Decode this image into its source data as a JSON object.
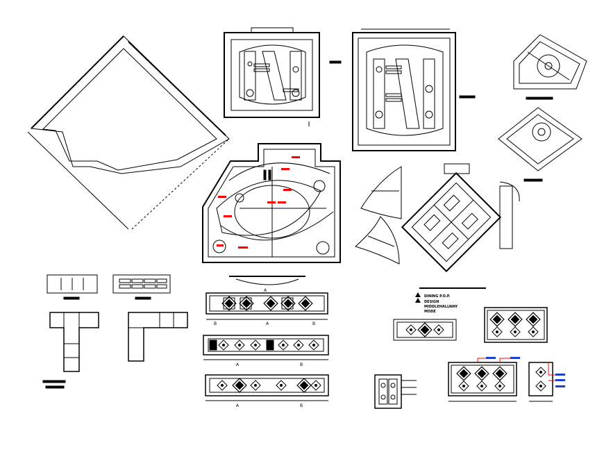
{
  "section_marks": {
    "a": "A",
    "b": "B"
  },
  "notes": {
    "dining_pop": "DINING P.O.P.",
    "design": "DESIGN",
    "line3": "MIDDLEHALLWAY",
    "line4": "MODE"
  },
  "colors": {
    "line": "#000000",
    "dim": "#333333",
    "highlight": "#ff0000",
    "callout": "#1a3fd1",
    "background": "#ffffff"
  }
}
